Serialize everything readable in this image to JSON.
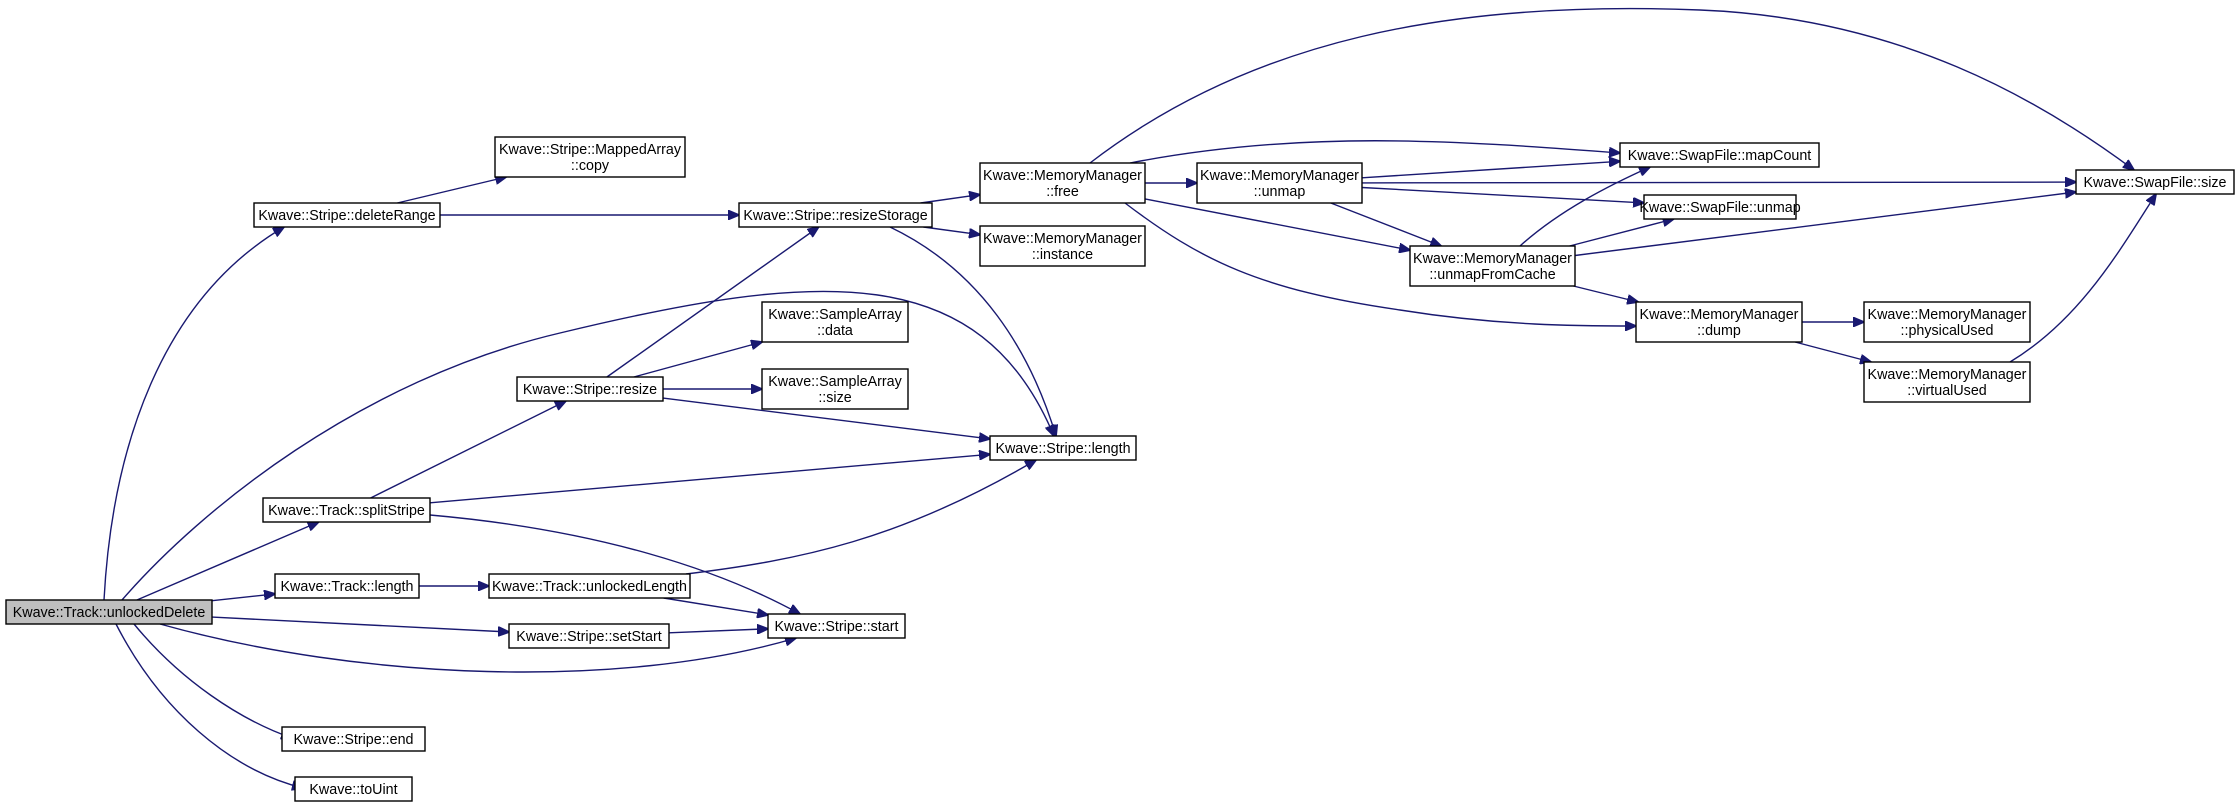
{
  "graph": {
    "colors": {
      "edge": "#191970",
      "root_fill": "#bfbfbf",
      "node_fill": "#ffffff",
      "node_border": "#000000"
    },
    "nodes": [
      {
        "id": "unlockedDelete",
        "lines": [
          "Kwave::Track::unlockedDelete"
        ],
        "root": true
      },
      {
        "id": "deleteRange",
        "lines": [
          "Kwave::Stripe::deleteRange"
        ]
      },
      {
        "id": "mappedCopy",
        "lines": [
          "Kwave::Stripe::MappedArray",
          "::copy"
        ]
      },
      {
        "id": "resizeStorage",
        "lines": [
          "Kwave::Stripe::resizeStorage"
        ]
      },
      {
        "id": "mmFree",
        "lines": [
          "Kwave::MemoryManager",
          "::free"
        ]
      },
      {
        "id": "mmInstance",
        "lines": [
          "Kwave::MemoryManager",
          "::instance"
        ]
      },
      {
        "id": "mmUnmap",
        "lines": [
          "Kwave::MemoryManager",
          "::unmap"
        ]
      },
      {
        "id": "sfMapCount",
        "lines": [
          "Kwave::SwapFile::mapCount"
        ]
      },
      {
        "id": "sfUnmap",
        "lines": [
          "Kwave::SwapFile::unmap"
        ]
      },
      {
        "id": "sfSize",
        "lines": [
          "Kwave::SwapFile::size"
        ]
      },
      {
        "id": "mmUnmapFromCache",
        "lines": [
          "Kwave::MemoryManager",
          "::unmapFromCache"
        ]
      },
      {
        "id": "mmDump",
        "lines": [
          "Kwave::MemoryManager",
          "::dump"
        ]
      },
      {
        "id": "mmPhysicalUsed",
        "lines": [
          "Kwave::MemoryManager",
          "::physicalUsed"
        ]
      },
      {
        "id": "mmVirtualUsed",
        "lines": [
          "Kwave::MemoryManager",
          "::virtualUsed"
        ]
      },
      {
        "id": "saData",
        "lines": [
          "Kwave::SampleArray",
          "::data"
        ]
      },
      {
        "id": "saSize",
        "lines": [
          "Kwave::SampleArray",
          "::size"
        ]
      },
      {
        "id": "stripeResize",
        "lines": [
          "Kwave::Stripe::resize"
        ]
      },
      {
        "id": "stripeLength",
        "lines": [
          "Kwave::Stripe::length"
        ]
      },
      {
        "id": "splitStripe",
        "lines": [
          "Kwave::Track::splitStripe"
        ]
      },
      {
        "id": "trackLength",
        "lines": [
          "Kwave::Track::length"
        ]
      },
      {
        "id": "unlockedLength",
        "lines": [
          "Kwave::Track::unlockedLength"
        ]
      },
      {
        "id": "stripeSetStart",
        "lines": [
          "Kwave::Stripe::setStart"
        ]
      },
      {
        "id": "stripeStart",
        "lines": [
          "Kwave::Stripe::start"
        ]
      },
      {
        "id": "stripeEnd",
        "lines": [
          "Kwave::Stripe::end"
        ]
      },
      {
        "id": "toUint",
        "lines": [
          "Kwave::toUint"
        ]
      }
    ],
    "edges": [
      {
        "from": "unlockedDelete",
        "to": "deleteRange"
      },
      {
        "from": "unlockedDelete",
        "to": "stripeLength"
      },
      {
        "from": "unlockedDelete",
        "to": "splitStripe"
      },
      {
        "from": "unlockedDelete",
        "to": "trackLength"
      },
      {
        "from": "unlockedDelete",
        "to": "stripeSetStart"
      },
      {
        "from": "unlockedDelete",
        "to": "stripeStart"
      },
      {
        "from": "unlockedDelete",
        "to": "stripeEnd"
      },
      {
        "from": "unlockedDelete",
        "to": "toUint"
      },
      {
        "from": "deleteRange",
        "to": "mappedCopy"
      },
      {
        "from": "deleteRange",
        "to": "resizeStorage"
      },
      {
        "from": "resizeStorage",
        "to": "mmFree"
      },
      {
        "from": "resizeStorage",
        "to": "mmInstance"
      },
      {
        "from": "resizeStorage",
        "to": "stripeLength"
      },
      {
        "from": "mmFree",
        "to": "mmUnmap"
      },
      {
        "from": "mmFree",
        "to": "sfMapCount"
      },
      {
        "from": "mmFree",
        "to": "sfSize"
      },
      {
        "from": "mmFree",
        "to": "mmUnmapFromCache"
      },
      {
        "from": "mmFree",
        "to": "mmDump"
      },
      {
        "from": "mmUnmap",
        "to": "sfMapCount"
      },
      {
        "from": "mmUnmap",
        "to": "sfUnmap"
      },
      {
        "from": "mmUnmap",
        "to": "sfSize"
      },
      {
        "from": "mmUnmap",
        "to": "mmUnmapFromCache"
      },
      {
        "from": "mmUnmapFromCache",
        "to": "sfMapCount"
      },
      {
        "from": "mmUnmapFromCache",
        "to": "sfUnmap"
      },
      {
        "from": "mmUnmapFromCache",
        "to": "sfSize"
      },
      {
        "from": "mmUnmapFromCache",
        "to": "mmDump"
      },
      {
        "from": "mmDump",
        "to": "mmPhysicalUsed"
      },
      {
        "from": "mmDump",
        "to": "mmVirtualUsed"
      },
      {
        "from": "mmVirtualUsed",
        "to": "sfSize"
      },
      {
        "from": "stripeResize",
        "to": "resizeStorage"
      },
      {
        "from": "stripeResize",
        "to": "saData"
      },
      {
        "from": "stripeResize",
        "to": "saSize"
      },
      {
        "from": "stripeResize",
        "to": "stripeLength"
      },
      {
        "from": "splitStripe",
        "to": "stripeResize"
      },
      {
        "from": "splitStripe",
        "to": "stripeLength"
      },
      {
        "from": "splitStripe",
        "to": "stripeStart"
      },
      {
        "from": "trackLength",
        "to": "unlockedLength"
      },
      {
        "from": "unlockedLength",
        "to": "stripeLength"
      },
      {
        "from": "unlockedLength",
        "to": "stripeStart"
      },
      {
        "from": "stripeSetStart",
        "to": "stripeStart"
      }
    ]
  }
}
